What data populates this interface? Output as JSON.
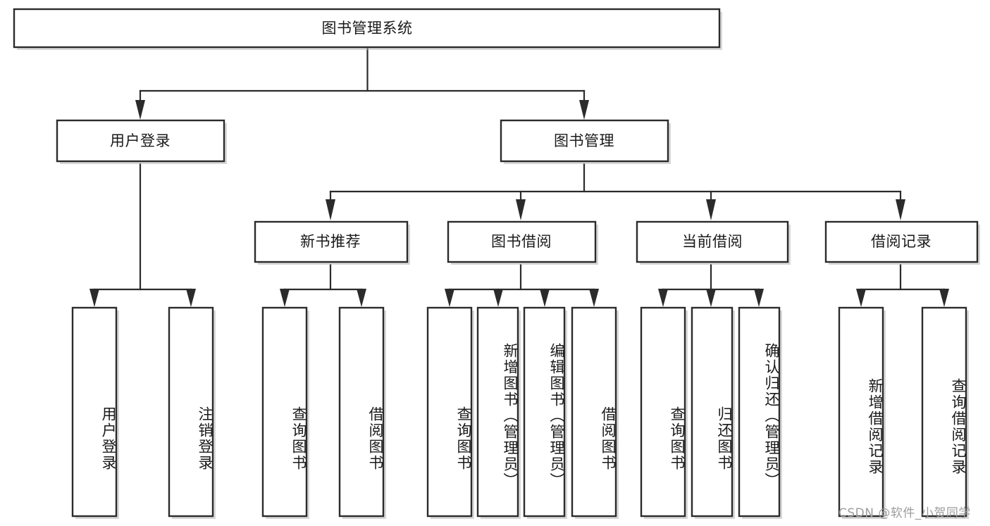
{
  "diagram": {
    "type": "tree",
    "title": "图书管理系统",
    "watermark": "CSDN @软件_小贺同学",
    "colors": {
      "box_stroke": "#2b2b2b",
      "box_fill": "#ffffff",
      "connector": "#2b2b2b",
      "text": "#1a1a1a",
      "watermark": "#9d9d9d",
      "background": "#ffffff"
    },
    "levels": {
      "root": {
        "label": "图书管理系统"
      },
      "level2": [
        {
          "label": "用户登录"
        },
        {
          "label": "图书管理"
        }
      ],
      "level3": [
        {
          "label": "新书推荐"
        },
        {
          "label": "图书借阅"
        },
        {
          "label": "当前借阅"
        },
        {
          "label": "借阅记录"
        }
      ],
      "leaves": {
        "user_login": [
          {
            "label": "用户登录"
          },
          {
            "label": "注销登录"
          }
        ],
        "new_book_recommend": [
          {
            "label": "查询图书"
          },
          {
            "label": "借阅图书"
          }
        ],
        "book_borrow": [
          {
            "label": "查询图书"
          },
          {
            "label": "新增图书（管理员）"
          },
          {
            "label": "编辑图书（管理员）"
          },
          {
            "label": "借阅图书"
          }
        ],
        "current_borrow": [
          {
            "label": "查询图书"
          },
          {
            "label": "归还图书"
          },
          {
            "label": "确认归还（管理员）"
          }
        ],
        "borrow_record": [
          {
            "label": "新增借阅记录"
          },
          {
            "label": "查询借阅记录"
          }
        ]
      }
    }
  }
}
